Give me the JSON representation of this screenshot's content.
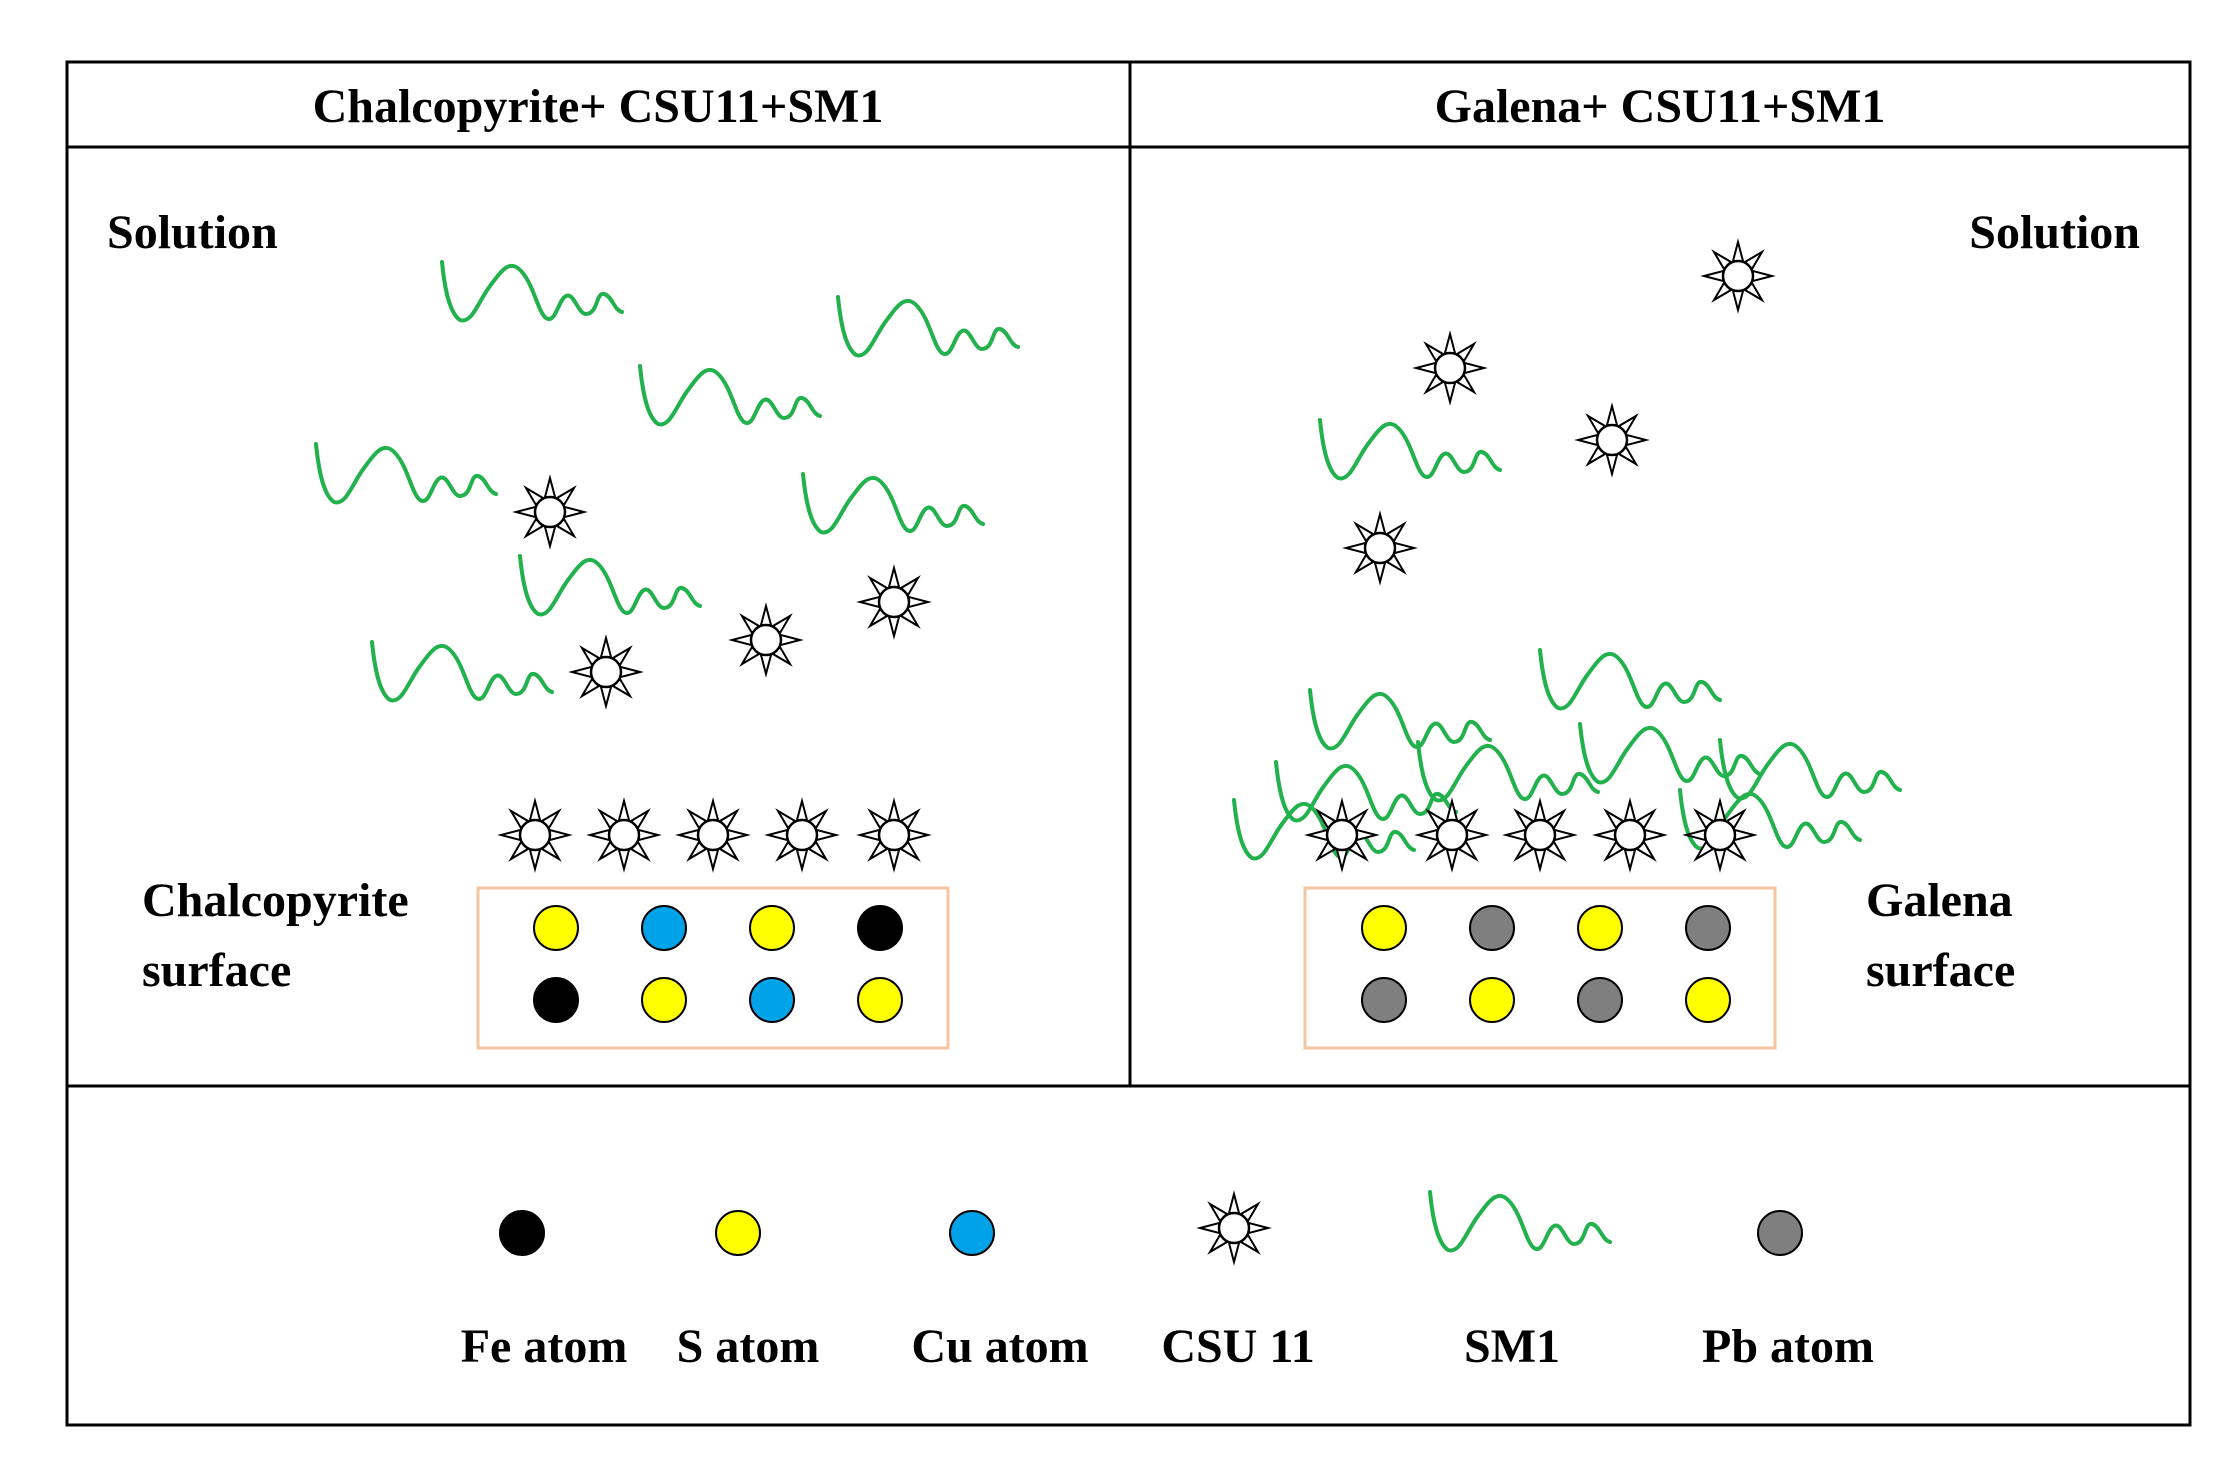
{
  "panels": {
    "left": {
      "title": "Chalcopyrite+ CSU11+SM1",
      "solution_label": "Solution",
      "surface_label_line1": "Chalcopyrite",
      "surface_label_line2": "surface",
      "surface_atoms": [
        [
          "s_atom",
          "cu_atom",
          "s_atom",
          "fe_atom"
        ],
        [
          "fe_atom",
          "s_atom",
          "cu_atom",
          "s_atom"
        ]
      ],
      "csu11_on_surface": 5,
      "sm1_on_surface": 0
    },
    "right": {
      "title": "Galena+ CSU11+SM1",
      "solution_label": "Solution",
      "surface_label_line1": "Galena",
      "surface_label_line2": "surface",
      "surface_atoms": [
        [
          "s_atom",
          "pb_atom",
          "s_atom",
          "pb_atom"
        ],
        [
          "pb_atom",
          "s_atom",
          "pb_atom",
          "s_atom"
        ]
      ],
      "csu11_on_surface": 5,
      "sm1_on_surface": 8
    }
  },
  "legend": [
    {
      "id": "fe_atom",
      "label": "Fe atom",
      "symbol": "circle",
      "color": "#000000"
    },
    {
      "id": "s_atom",
      "label": "S atom",
      "symbol": "circle",
      "color": "#ffff00"
    },
    {
      "id": "cu_atom",
      "label": "Cu atom",
      "symbol": "circle",
      "color": "#00a2e8"
    },
    {
      "id": "csu11",
      "label": "CSU 11",
      "symbol": "star-icon",
      "color": "#ffffff"
    },
    {
      "id": "sm1",
      "label": "SM1",
      "symbol": "wave-icon",
      "color": "#22b14c"
    },
    {
      "id": "pb_atom",
      "label": "Pb atom",
      "symbol": "circle",
      "color": "#7f7f7f"
    }
  ],
  "colors": {
    "border": "#000000",
    "surface_box": "#f5c6a0",
    "sm1": "#22b14c",
    "fe": "#000000",
    "s": "#ffff00",
    "cu": "#00a2e8",
    "pb": "#7f7f7f"
  }
}
